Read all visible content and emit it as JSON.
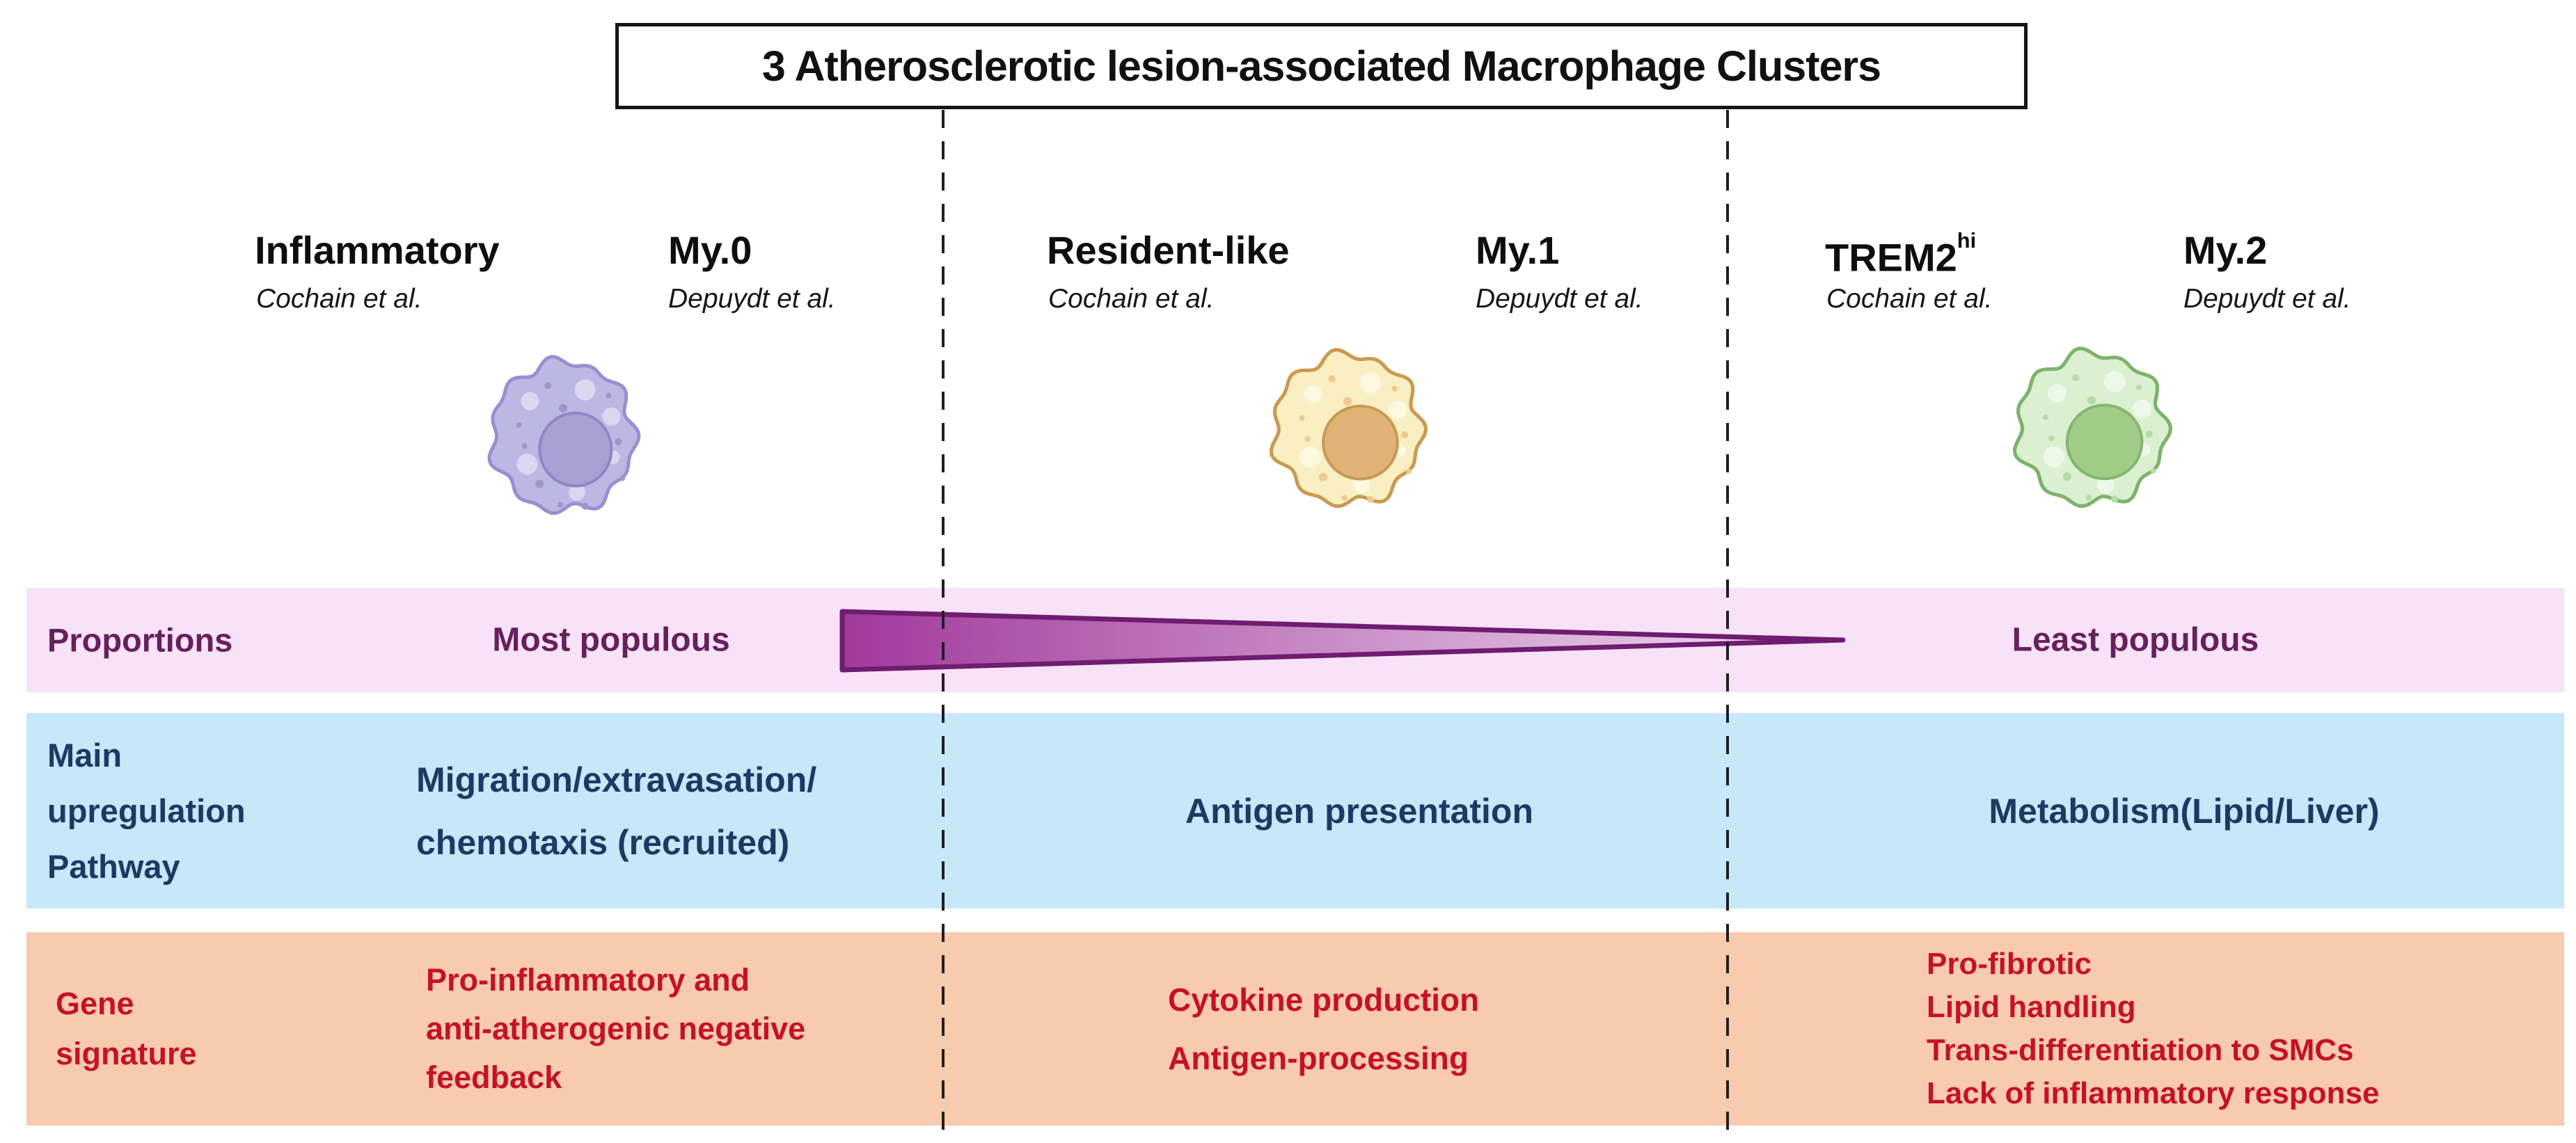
{
  "title": "3 Atherosclerotic lesion-associated Macrophage Clusters",
  "columns": [
    {
      "name": "Inflammatory",
      "name_sup": "",
      "cite1": "Cochain et al.",
      "alt": "My.0",
      "cite2": "Depuydt et al."
    },
    {
      "name": "Resident-like",
      "name_sup": "",
      "cite1": "Cochain et al.",
      "alt": "My.1",
      "cite2": "Depuydt et al."
    },
    {
      "name": "TREM2",
      "name_sup": "hi",
      "cite1": "Cochain et al.",
      "alt": "My.2",
      "cite2": "Depuydt et al."
    }
  ],
  "cells": [
    {
      "label": "inflammatory-macrophage",
      "body": "#bdb7e3",
      "border": "#9b8ed0",
      "nucleus": "#a8a0d2",
      "nucleus_border": "#9186c4",
      "vesicle": "#dcd7f1",
      "dot": "#a195cc"
    },
    {
      "label": "resident-like-macrophage",
      "body": "#f9efc2",
      "border": "#c99a52",
      "nucleus": "#deb375",
      "nucleus_border": "#c79a55",
      "vesicle": "#fdf8e0",
      "dot": "#f0c98c"
    },
    {
      "label": "trem2hi-macrophage",
      "body": "#daf0d0",
      "border": "#7db26b",
      "nucleus": "#a0cc88",
      "nucleus_border": "#85b671",
      "vesicle": "#eef8e8",
      "dot": "#b7dca6"
    }
  ],
  "rows": {
    "proportions": {
      "label": "Proportions",
      "most": "Most populous",
      "least": "Least populous",
      "bg": "#f8e2f8",
      "text_color": "#66205c",
      "arrow_from": "#a2399c",
      "arrow_to": "#f0e2f2",
      "arrow_border": "#6f1d70"
    },
    "pathway": {
      "label_lines": [
        "Main",
        "upregulation",
        "Pathway"
      ],
      "col1_lines": [
        "Migration/extravasation/",
        "chemotaxis (recruited)"
      ],
      "col2": "Antigen presentation",
      "col3": "Metabolism(Lipid/Liver)",
      "bg": "#c7e8f8",
      "text_color": "#1c3a63"
    },
    "gene": {
      "label_lines": [
        "Gene",
        "signature"
      ],
      "col1_lines": [
        "Pro-inflammatory and",
        "anti-atherogenic negative",
        "feedback"
      ],
      "col2_lines": [
        "Cytokine production",
        "Antigen-processing"
      ],
      "col3_lines": [
        "Pro-fibrotic",
        "Lipid handling",
        "Trans-differentiation to SMCs",
        "Lack of inflammatory response"
      ],
      "bg": "#f8caae",
      "text_color": "#c51225"
    }
  },
  "divider_color": "#1f1f1f"
}
